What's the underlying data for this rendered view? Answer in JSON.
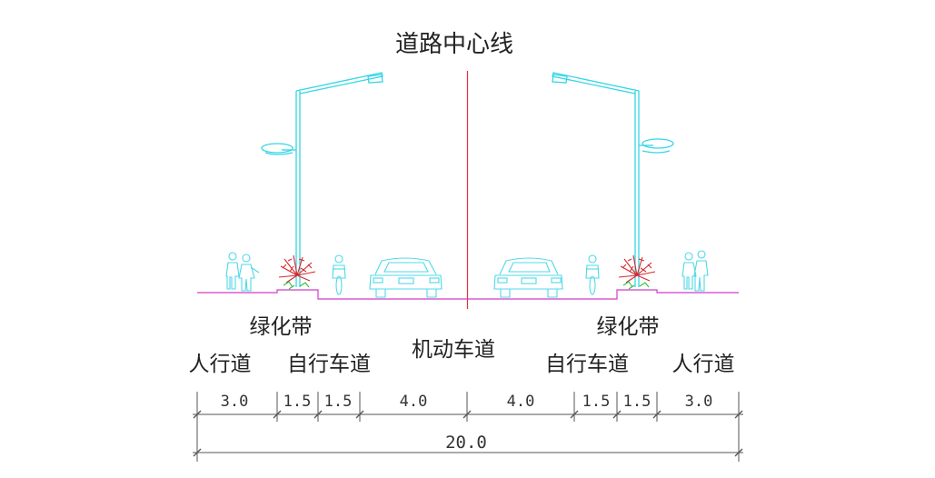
{
  "title": "道路中心线",
  "labels": {
    "sidewalk_left": "人行道",
    "green_belt_left": "绿化带",
    "bike_lane_left": "自行车道",
    "motor_lane": "机动车道",
    "green_belt_right": "绿化带",
    "bike_lane_right": "自行车道",
    "sidewalk_right": "人行道"
  },
  "widths": [
    "3.0",
    "1.5",
    "1.5",
    "4.0",
    "4.0",
    "1.5",
    "1.5",
    "3.0"
  ],
  "total_width": "20.0",
  "colors": {
    "centerline": "#e0303a",
    "ground": "#d23cc8",
    "lamp": "#33d6e6",
    "figures": "#4fd8e8",
    "plant": "#d8282c",
    "plant_base": "#2fbf3a",
    "dimension": "#555555"
  },
  "icons": [
    "street-lamp-icon",
    "pedestrian-icon",
    "cyclist-icon",
    "car-icon",
    "plant-icon"
  ]
}
